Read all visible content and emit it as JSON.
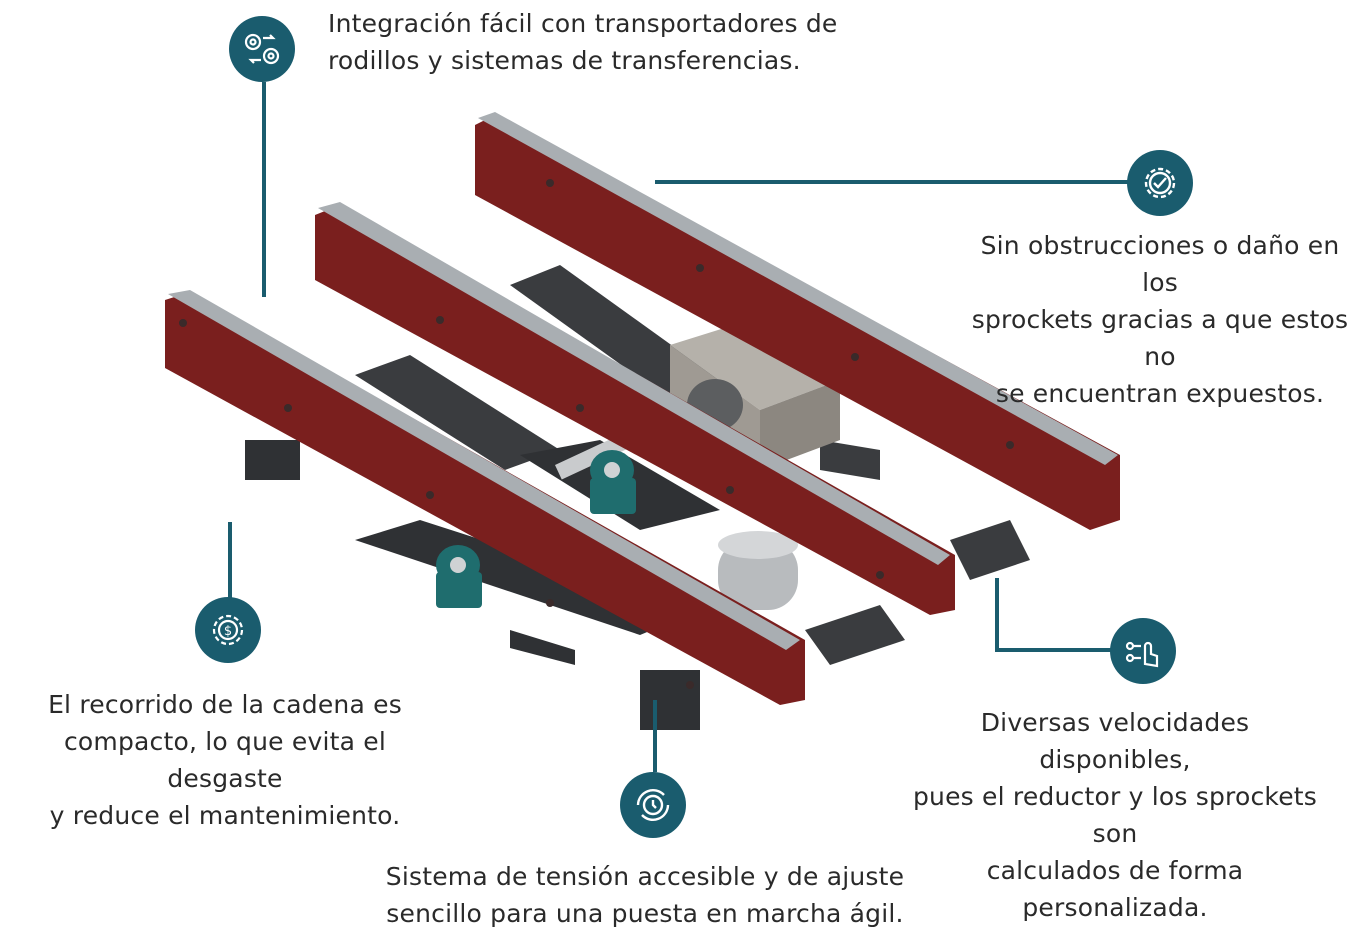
{
  "colors": {
    "accent": "#1a5c6e",
    "frame": "#7a1f1e",
    "chain": "#a9aeb2",
    "steel": "#3a3c3f"
  },
  "features": [
    {
      "icon": "gears-exchange-icon",
      "text": "Integración fácil con transportadores de\nrodillos y sistemas de transferencias."
    },
    {
      "icon": "gear-check-icon",
      "text": "Sin obstrucciones o daño en los\nsprockets gracias a que estos no\nse encuentran expuestos."
    },
    {
      "icon": "gear-dollar-icon",
      "text": "El recorrido de la cadena es\ncompacto, lo que evita el desgaste\ny reduce el mantenimiento."
    },
    {
      "icon": "circuit-hand-icon",
      "text": "Diversas velocidades disponibles,\npues el reductor y los sprockets son\ncalculados de forma personalizada."
    },
    {
      "icon": "clock-cycle-icon",
      "text": "Sistema de tensión accesible y de ajuste\nsencillo para una puesta en marcha ágil."
    }
  ]
}
